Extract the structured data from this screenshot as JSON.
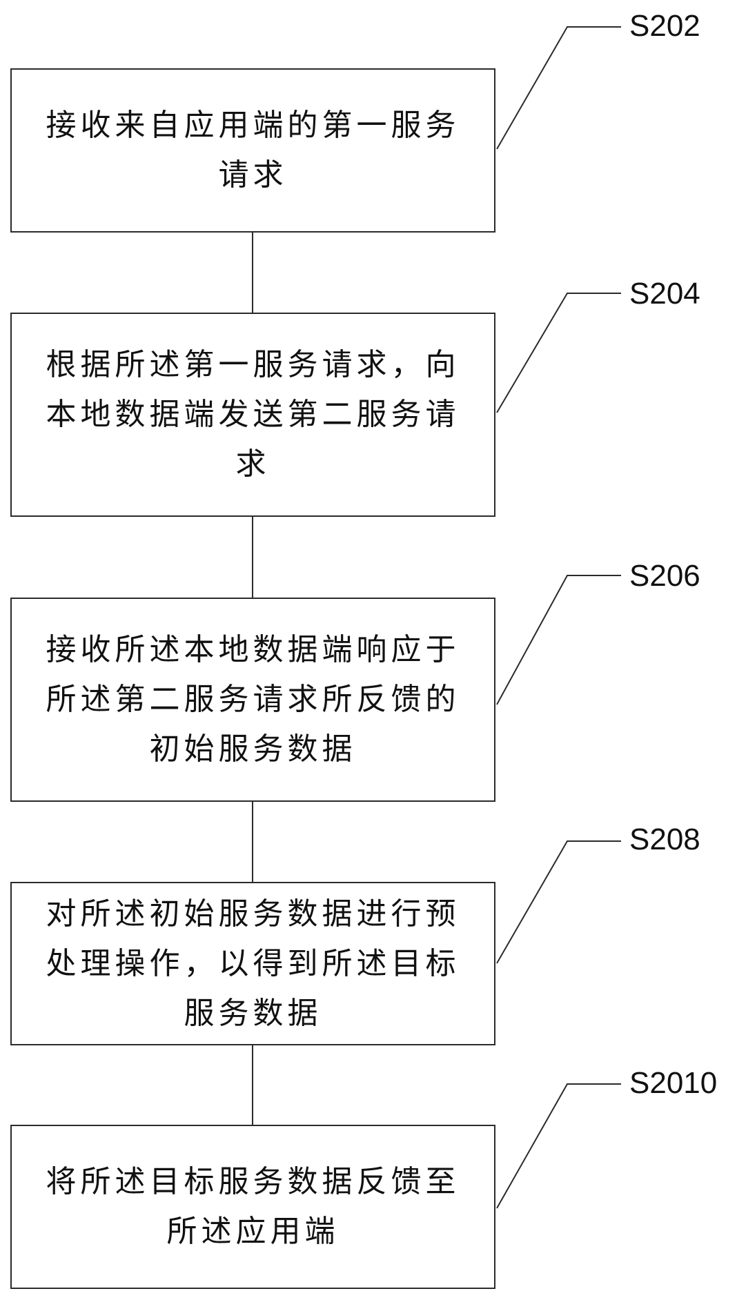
{
  "steps": [
    {
      "id": "S202",
      "text": "接收来自应用端的第一服务请求"
    },
    {
      "id": "S204",
      "text": "根据所述第一服务请求，向本地数据端发送第二服务请求"
    },
    {
      "id": "S206",
      "text": "接收所述本地数据端响应于所述第二服务请求所反馈的初始服务数据"
    },
    {
      "id": "S208",
      "text": "对所述初始服务数据进行预处理操作，以得到所述目标服务数据"
    },
    {
      "id": "S2010",
      "text": "将所述目标服务数据反馈至所述应用端"
    }
  ],
  "colors": {
    "line": "#2a2a2a",
    "text": "#111111"
  }
}
